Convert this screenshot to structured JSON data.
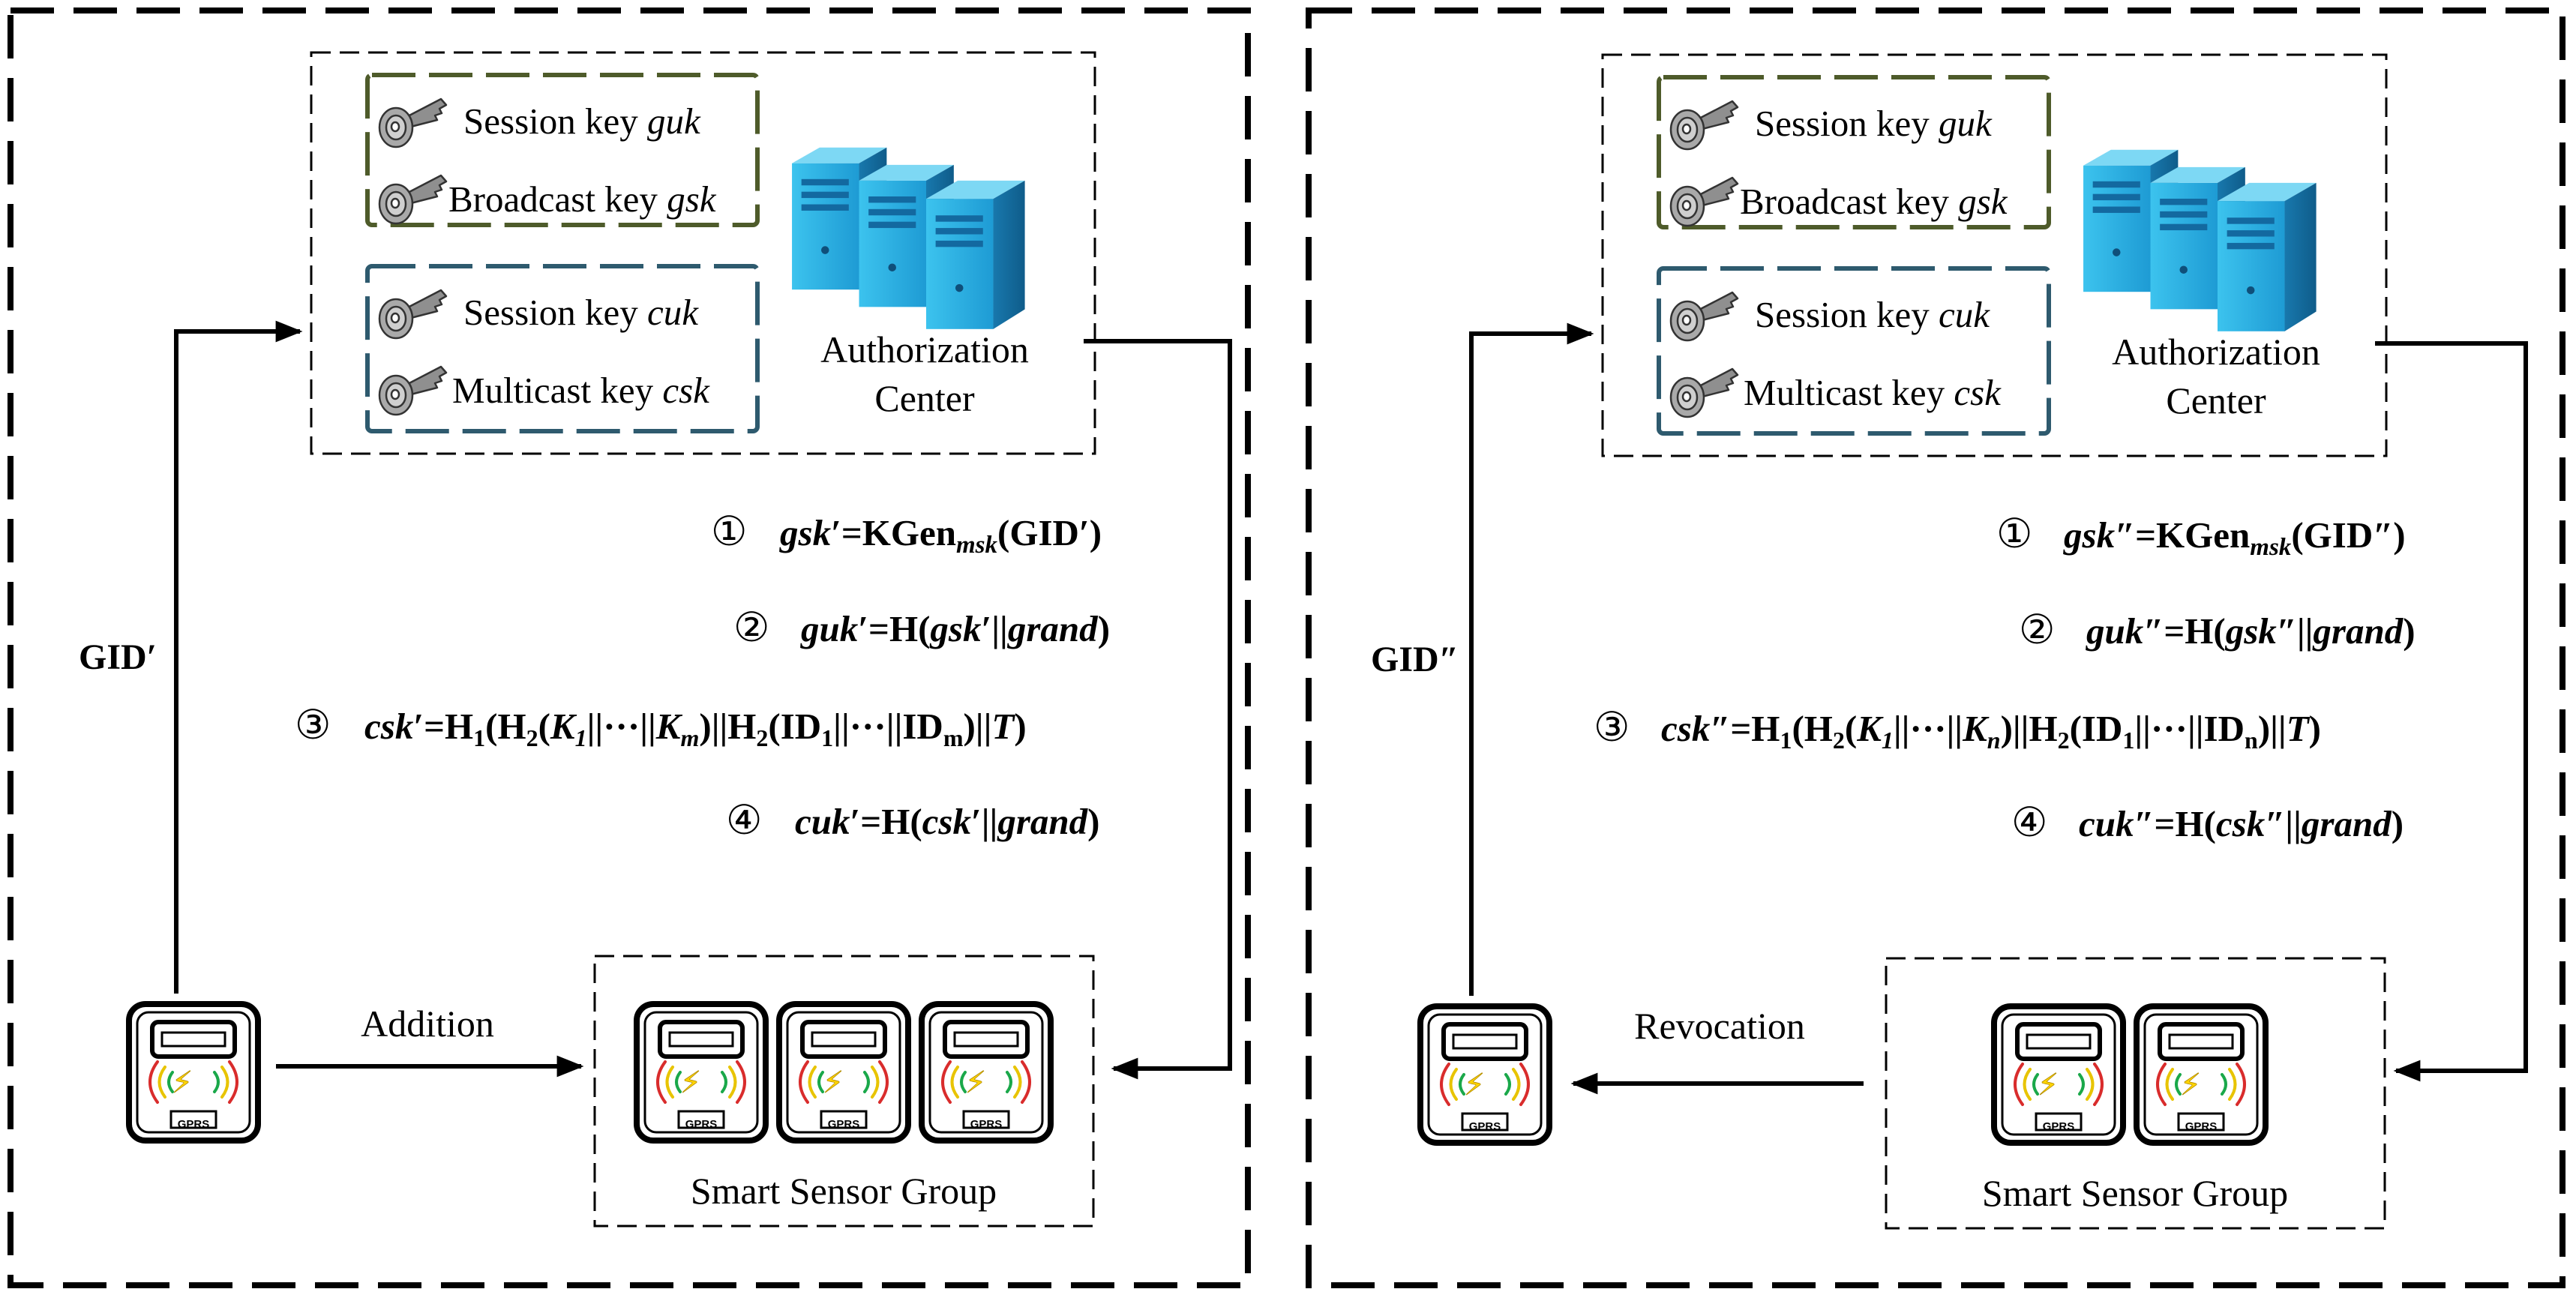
{
  "colors": {
    "ink": "#000000",
    "key_group_olive": "#4e5b2a",
    "key_group_teal": "#2e5a6e",
    "server_blue": "#29aee0",
    "server_blue_dark": "#1577a8",
    "signal_green": "#1aa84a",
    "signal_yellow": "#e8c400",
    "signal_red": "#d92c2c",
    "bolt_yellow": "#ffd400"
  },
  "icons": [
    "key-icon",
    "server-icon",
    "smart-meter-icon",
    "lightning-icon",
    "signal-wave-icon",
    "arrow-icon"
  ],
  "panels": [
    {
      "id": "addition",
      "keys": {
        "session_guk": {
          "text": "Session key ",
          "var": "guk"
        },
        "broadcast_gsk": {
          "text": "Broadcast key ",
          "var": "gsk"
        },
        "session_cuk": {
          "text": "Session key ",
          "var": "cuk"
        },
        "multicast_csk": {
          "text": "Multicast key ",
          "var": "csk"
        }
      },
      "center": {
        "line1": "Authorization",
        "line2": "Center"
      },
      "gid_label": "GID′",
      "operation": "Addition",
      "group_label": "Smart Sensor Group",
      "meter_label": "GPRS",
      "equations": [
        {
          "marker": "①",
          "text": "gsk′=KGen_msk(GID′)"
        },
        {
          "marker": "②",
          "text": "guk′=H(gsk′||grand)"
        },
        {
          "marker": "③",
          "text": "csk′=H1(H2(K1||···||Km)||H2(ID1||···||IDm)||T)"
        },
        {
          "marker": "④",
          "text": "cuk′=H(csk′||grand)"
        }
      ]
    },
    {
      "id": "revocation",
      "keys": {
        "session_guk": {
          "text": "Session key ",
          "var": "guk"
        },
        "broadcast_gsk": {
          "text": "Broadcast key ",
          "var": "gsk"
        },
        "session_cuk": {
          "text": "Session key ",
          "var": "cuk"
        },
        "multicast_csk": {
          "text": "Multicast key ",
          "var": "csk"
        }
      },
      "center": {
        "line1": "Authorization",
        "line2": "Center"
      },
      "gid_label": "GID″",
      "operation": "Revocation",
      "group_label": "Smart Sensor Group",
      "meter_label": "GPRS",
      "equations": [
        {
          "marker": "①",
          "text": "gsk″=KGen_msk(GID″)"
        },
        {
          "marker": "②",
          "text": "guk″=H(gsk″||grand)"
        },
        {
          "marker": "③",
          "text": "csk″=H1(H2(K1||···||Kn)||H2(ID1||···||IDn)||T)"
        },
        {
          "marker": "④",
          "text": "cuk″=H(csk″||grand)"
        }
      ]
    }
  ]
}
